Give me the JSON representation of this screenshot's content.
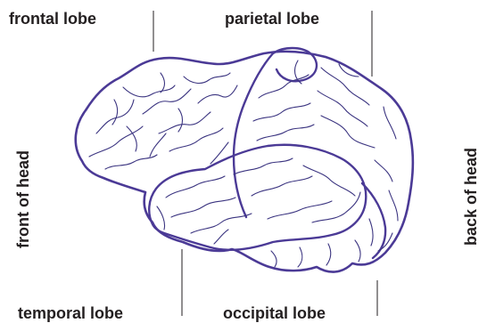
{
  "labels": {
    "frontal_lobe": "frontal lobe",
    "parietal_lobe": "parietal lobe",
    "temporal_lobe": "temporal lobe",
    "occipital_lobe": "occipital lobe",
    "front_of_head": "front of head",
    "back_of_head": "back of head"
  },
  "colors": {
    "outline": "#4b3a96",
    "sulci": "#3b3480",
    "text": "#231f20"
  }
}
